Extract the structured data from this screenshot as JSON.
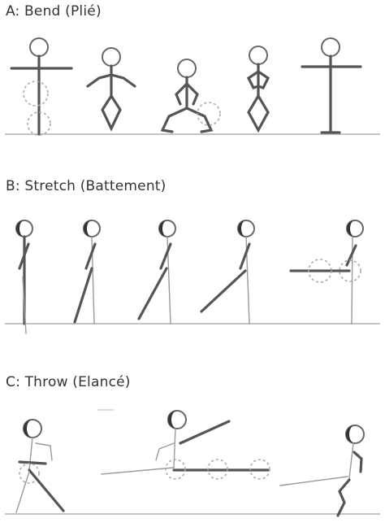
{
  "sections": [
    {
      "id": "A",
      "label": "A: Bend (Plié)"
    },
    {
      "id": "B",
      "label": "B: Stretch (Battement)"
    },
    {
      "id": "C",
      "label": "C: Throw (Elancé)"
    }
  ]
}
